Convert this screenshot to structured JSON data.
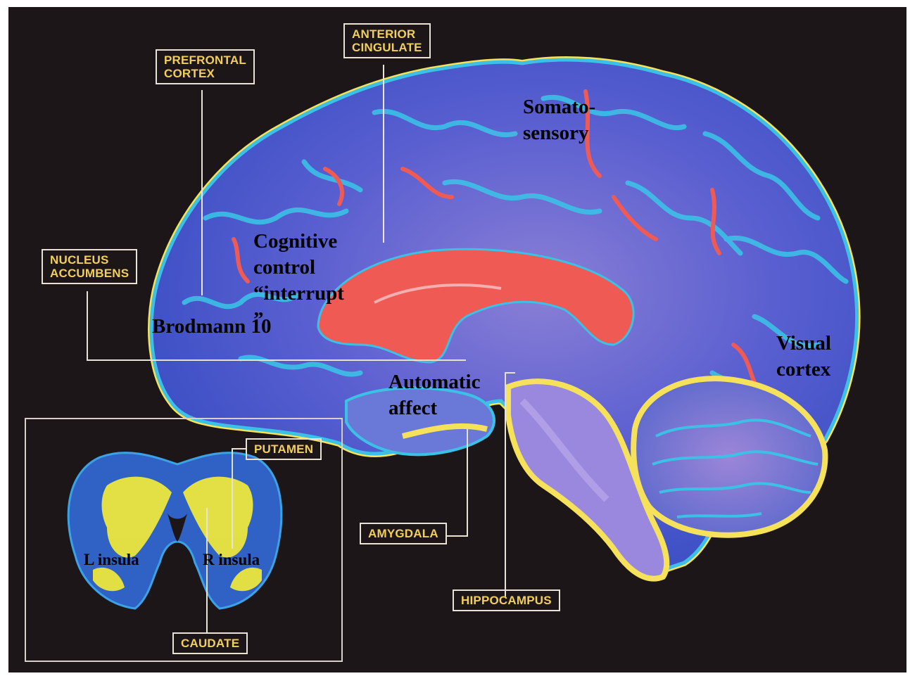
{
  "labels": {
    "prefrontal": "PREFRONTAL\nCORTEX",
    "anterior": "ANTERIOR\nCINGULATE",
    "nucleus": "NUCLEUS\nACCUMBENS",
    "putamen": "PUTAMEN",
    "amygdala": "AMYGDALA",
    "hippocampus": "HIPPOCAMPUS",
    "caudate": "CAUDATE"
  },
  "annotations": {
    "somato": "Somato-\nsensory",
    "cognitive": "Cognitive\ncontrol\n“interrupt\n”",
    "brodmann": "Brodmann 10",
    "automatic": "Automatic\naffect",
    "visual": "Visual\ncortex",
    "l_insula": "L insula",
    "r_insula": "R insula"
  },
  "colors": {
    "background": "#1c1618",
    "cortex_blue": "#3a4fc4",
    "white_matter_violet": "#8a7fd6",
    "cyan_rim": "#3cc0e6",
    "outline_yellow": "#f6e25a",
    "ventricle_red": "#ef5a55",
    "label_yellow": "#f2cf5a"
  }
}
